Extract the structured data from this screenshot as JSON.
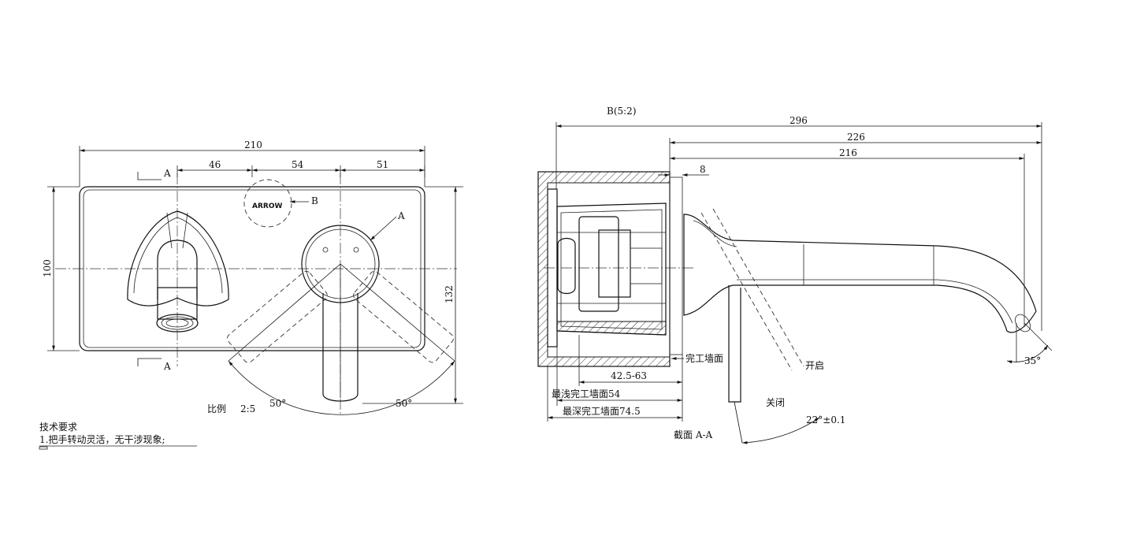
{
  "front_view": {
    "dim_total_width": "210",
    "dim_segment_1": "46",
    "dim_segment_2": "54",
    "dim_segment_3": "51",
    "dim_height": "100",
    "dim_lever_height": "132",
    "angle_left": "50°",
    "angle_right": "50°",
    "section_mark": "A",
    "detail_mark": "B",
    "logo_text": "ARROW",
    "scale_label": "比例",
    "scale_value": "2:5"
  },
  "side_view": {
    "dim_overall": "296",
    "dim_226": "226",
    "dim_216": "216",
    "dim_8": "8",
    "dim_range": "42.5-63",
    "label_min_wall": "最浅完工墙面54",
    "label_max_wall": "最深完工墙面74.5",
    "label_finished_wall": "完工墙面",
    "label_open": "开启",
    "label_close": "关闭",
    "angle_tolerance": "22°±0.1",
    "angle_spout": "35°",
    "section_title": "截面  A-A",
    "top_cut_label": "B(5:2)"
  },
  "notes": {
    "heading": "技术要求",
    "item_1": "1.把手转动灵活，无干涉现象;"
  }
}
